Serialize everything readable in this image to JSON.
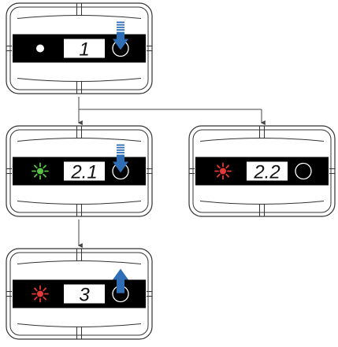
{
  "colors": {
    "outline": "#333333",
    "strip": "#000000",
    "display_bg": "#ffffff",
    "arrow": "#2f6eb5",
    "led_white": "#ffffff",
    "led_green": "#58c443",
    "led_red": "#e53935",
    "connector": "#444444"
  },
  "panels": [
    {
      "id": "1",
      "number": "1",
      "led": "white",
      "led_style": "solid",
      "arrow": "down"
    },
    {
      "id": "2.1",
      "number": "2.1",
      "led": "green",
      "led_style": "burst",
      "arrow": "down"
    },
    {
      "id": "2.2",
      "number": "2.2",
      "led": "red",
      "led_style": "burst",
      "arrow": "none"
    },
    {
      "id": "3",
      "number": "3",
      "led": "red",
      "led_style": "burst",
      "arrow": "up"
    }
  ],
  "connections": [
    {
      "from": "1",
      "to": "2.1"
    },
    {
      "from": "1",
      "to": "2.2"
    },
    {
      "from": "2.1",
      "to": "3"
    }
  ]
}
